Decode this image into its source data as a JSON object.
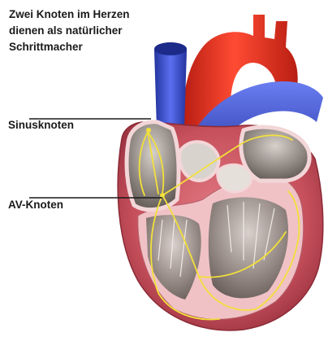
{
  "caption": {
    "line1": "Zwei Knoten im Herzen",
    "line2": "dienen als natürlicher",
    "line3": "Schrittmacher"
  },
  "labels": {
    "sinus": "Sinusknoten",
    "av": "AV-Knoten"
  },
  "colors": {
    "aorta": "#e0301e",
    "vein": "#3a4fc8",
    "muscle": "#c85a63",
    "inner_wall": "#f1c1c4",
    "chamber": "#8e8580",
    "conduction": "#f2e03a"
  }
}
